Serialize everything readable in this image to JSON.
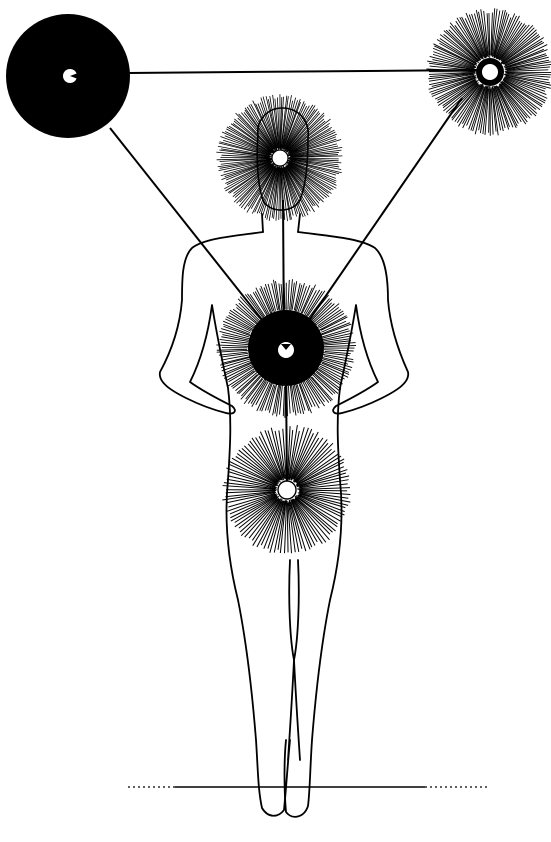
{
  "diagram": {
    "ink_color": "#000000",
    "paper_color": "#ffffff",
    "nodes": [
      {
        "id": "upper-left",
        "style": "solid-disc"
      },
      {
        "id": "upper-right",
        "style": "radiating-ring"
      },
      {
        "id": "head",
        "style": "radiating-with-face"
      },
      {
        "id": "solar-plexus",
        "style": "radiating-solid-disc"
      },
      {
        "id": "lower-abdomen",
        "style": "radiating-open"
      }
    ],
    "connections": [
      {
        "from": "upper-left",
        "to": "upper-right"
      },
      {
        "from": "upper-left",
        "to": "solar-plexus"
      },
      {
        "from": "upper-right",
        "to": "solar-plexus"
      },
      {
        "from": "head",
        "to": "solar-plexus"
      },
      {
        "from": "solar-plexus",
        "to": "lower-abdomen"
      }
    ]
  }
}
